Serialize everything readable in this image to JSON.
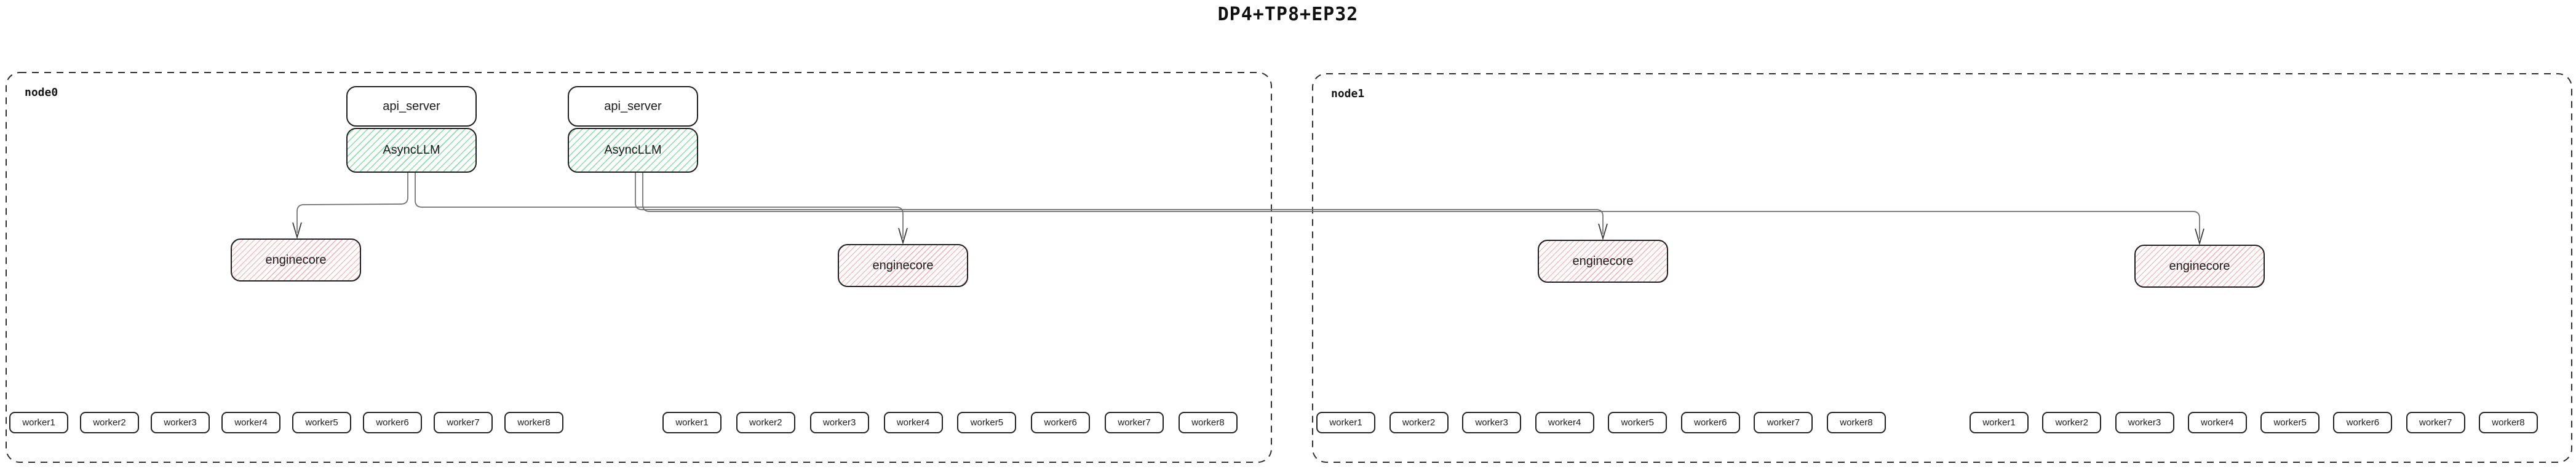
{
  "title": "DP4+TP8+EP32",
  "colors": {
    "box_border": "#1e1e1e",
    "green_hatch": "#87dfa6",
    "red_hatch": "#f3abab",
    "edge_line": "#6e6e6e",
    "node_border": "#2e2e2e"
  },
  "node0": {
    "label": "node0",
    "api_servers": [
      "api_server",
      "api_server"
    ],
    "asyncllms": [
      "AsyncLLM",
      "AsyncLLM"
    ],
    "enginecores": [
      "enginecore",
      "enginecore"
    ],
    "worker_groups": [
      [
        "worker1",
        "worker2",
        "worker3",
        "worker4",
        "worker5",
        "worker6",
        "worker7",
        "worker8"
      ],
      [
        "worker1",
        "worker2",
        "worker3",
        "worker4",
        "worker5",
        "worker6",
        "worker7",
        "worker8"
      ]
    ]
  },
  "node1": {
    "label": "node1",
    "enginecores": [
      "enginecore",
      "enginecore"
    ],
    "worker_groups": [
      [
        "worker1",
        "worker2",
        "worker3",
        "worker4",
        "worker5",
        "worker6",
        "worker7",
        "worker8"
      ],
      [
        "worker1",
        "worker2",
        "worker3",
        "worker4",
        "worker5",
        "worker6",
        "worker7",
        "worker8"
      ]
    ]
  },
  "edges": [
    {
      "from": "node0.AsyncLLM.0",
      "to": "node0.enginecore.0"
    },
    {
      "from": "node0.AsyncLLM.0",
      "to": "node0.enginecore.1"
    },
    {
      "from": "node0.AsyncLLM.1",
      "to": "node1.enginecore.0"
    },
    {
      "from": "node0.AsyncLLM.1",
      "to": "node1.enginecore.1"
    }
  ]
}
